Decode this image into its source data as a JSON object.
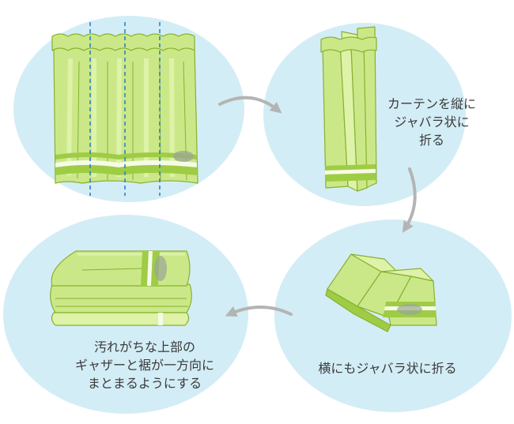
{
  "title": "Curtain folding steps",
  "colors": {
    "bubble": "#d3edf6",
    "curtain_fill": "#cbe889",
    "curtain_light": "#def2a8",
    "curtain_stroke": "#87b12f",
    "stripe": "#9fcc45",
    "stripe_light": "#f6fbe8",
    "stain": "#9aa596",
    "arrow": "#b4b4b4",
    "fold_line": "#2e82c4",
    "text": "#3a3a3a"
  },
  "steps": [
    {
      "id": "hang",
      "icon": "hanging-curtain-icon",
      "caption": []
    },
    {
      "id": "vertical-accordion",
      "icon": "vertical-folded-curtain-icon",
      "caption": [
        "カーテンを縦に",
        "ジャバラ状に",
        "折る"
      ]
    },
    {
      "id": "horizontal-accordion",
      "icon": "zigzag-folded-curtain-icon",
      "caption": [
        "横にもジャバラ状に折る"
      ]
    },
    {
      "id": "stack",
      "icon": "stacked-folded-curtain-icon",
      "caption": [
        "汚れがちな上部の",
        "ギャザーと裾が一方向に",
        "まとまるようにする"
      ]
    }
  ],
  "arrows": [
    {
      "from": "hang",
      "to": "vertical-accordion",
      "icon": "curved-arrow-right-icon"
    },
    {
      "from": "vertical-accordion",
      "to": "horizontal-accordion",
      "icon": "curved-arrow-down-icon"
    },
    {
      "from": "horizontal-accordion",
      "to": "stack",
      "icon": "curved-arrow-left-icon"
    }
  ]
}
